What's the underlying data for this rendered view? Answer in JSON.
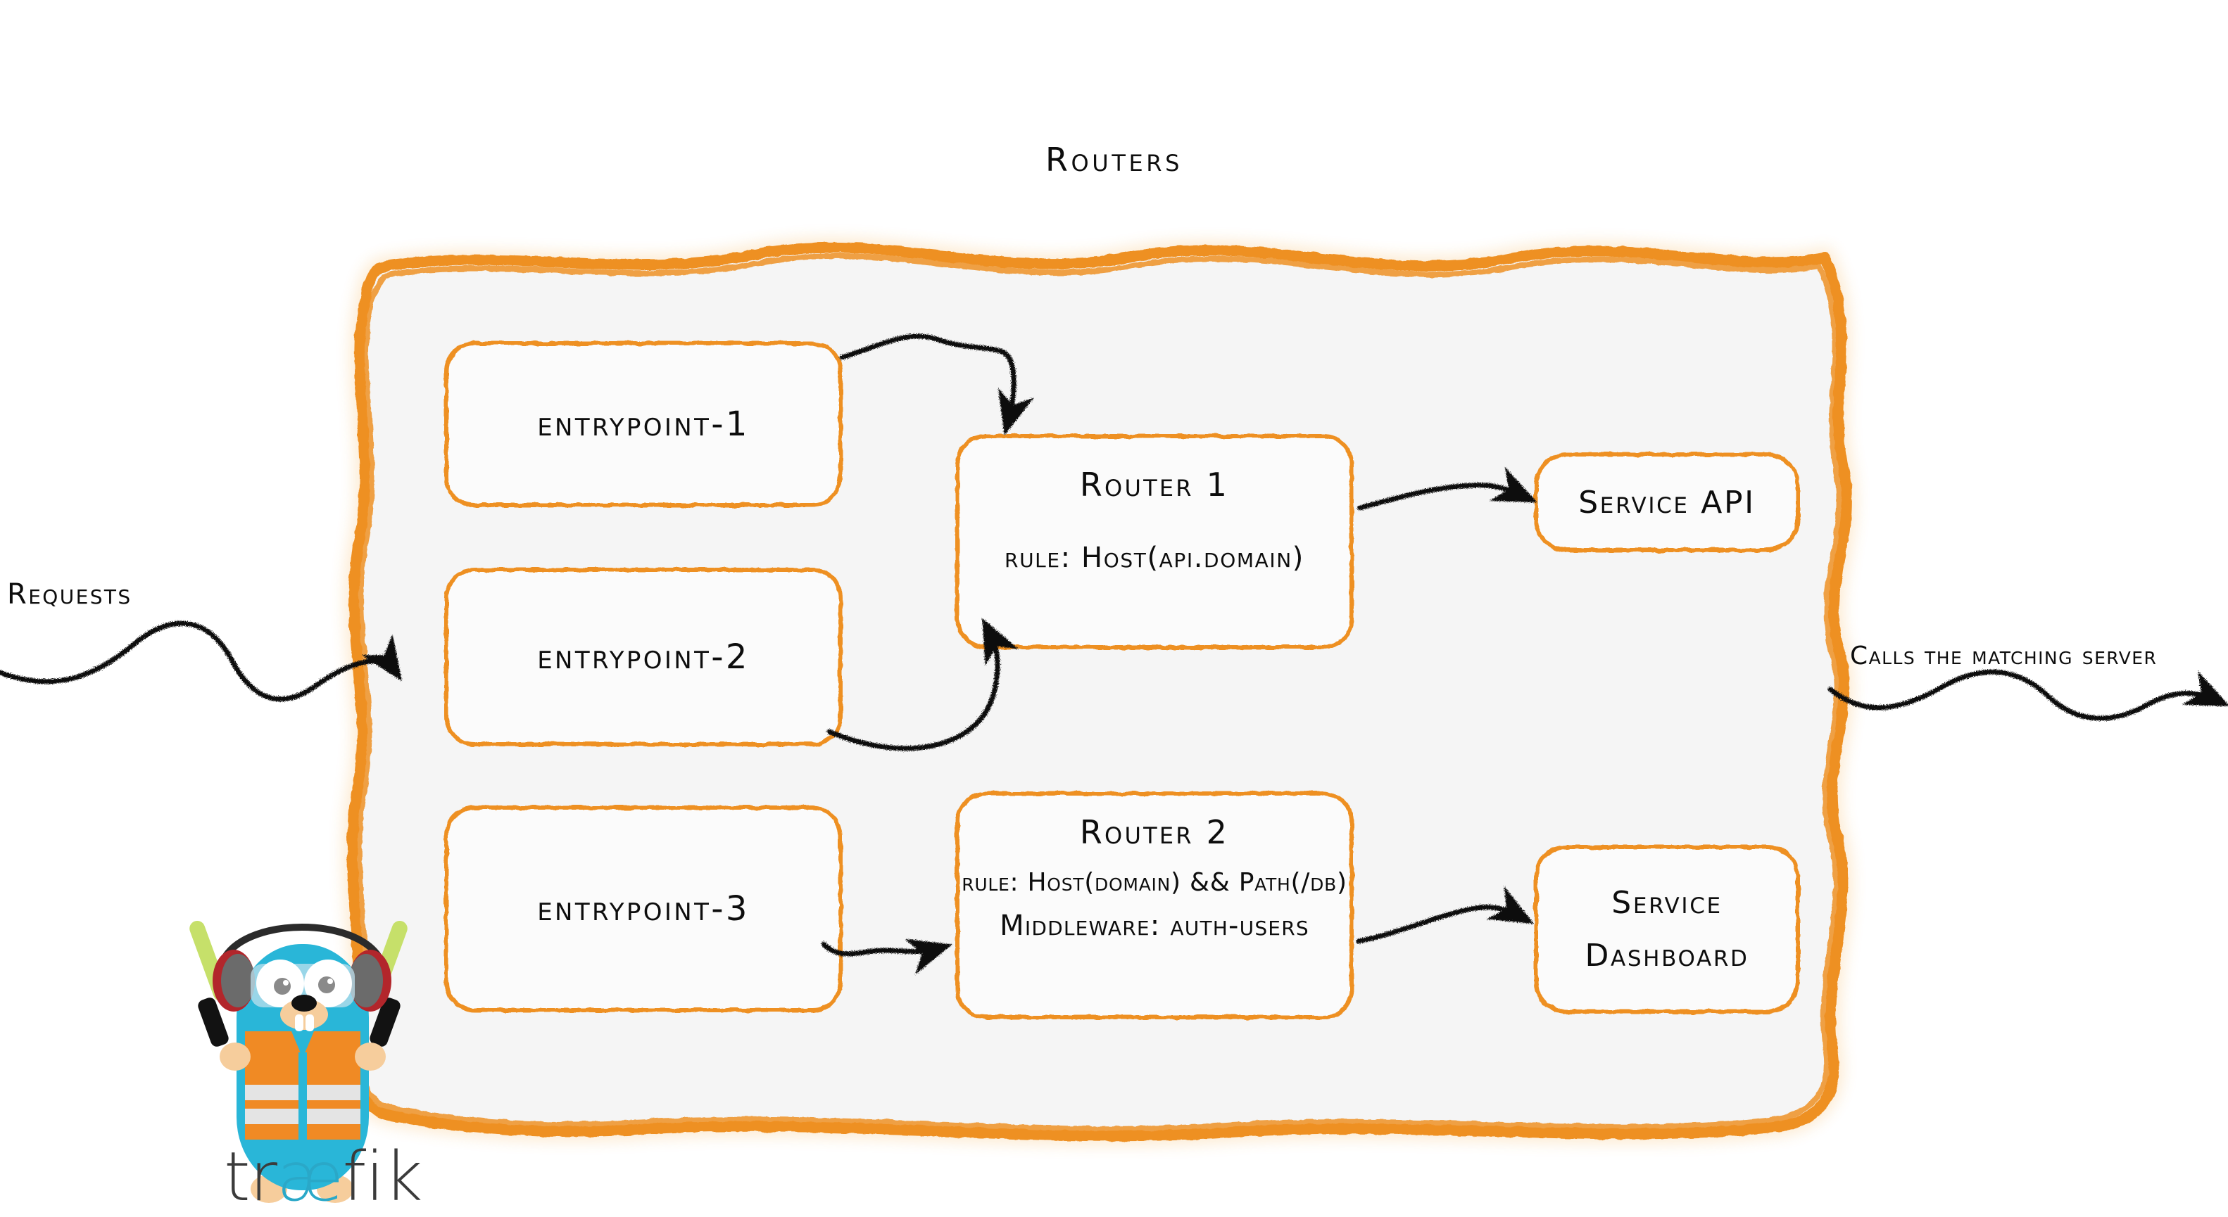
{
  "diagram": {
    "title": "Routers",
    "colors": {
      "accent_orange": "#ee9023",
      "panel_fill": "#f5f5f5",
      "stroke_black": "#111111",
      "traefik_blue": "#29b6d8",
      "vest_orange": "#f08a24",
      "wand_green": "#c6e06a"
    }
  },
  "flow": {
    "input_label": "Requests",
    "output_label": "Calls the matching server"
  },
  "entrypoints": [
    {
      "id": "entrypoint-1",
      "label": "entrypoint-1"
    },
    {
      "id": "entrypoint-2",
      "label": "entrypoint-2"
    },
    {
      "id": "entrypoint-3",
      "label": "entrypoint-3"
    }
  ],
  "routers": [
    {
      "id": "router-1",
      "title": "Router 1",
      "rule": "rule: Host(api.domain)",
      "middleware": null
    },
    {
      "id": "router-2",
      "title": "Router 2",
      "rule": "rule: Host(domain) && Path(/db)",
      "middleware": "Middleware: auth-users"
    }
  ],
  "services": [
    {
      "id": "service-api",
      "line1": "Service API",
      "line2": ""
    },
    {
      "id": "service-dashboard",
      "line1": "Service",
      "line2": "Dashboard"
    }
  ],
  "connections": [
    {
      "from": "entrypoint-1",
      "to": "router-1",
      "style": "squiggle-arrow"
    },
    {
      "from": "entrypoint-2",
      "to": "router-1",
      "style": "squiggle-arrow"
    },
    {
      "from": "entrypoint-3",
      "to": "router-2",
      "style": "squiggle-arrow"
    },
    {
      "from": "router-1",
      "to": "service-api",
      "style": "squiggle-arrow"
    },
    {
      "from": "router-2",
      "to": "service-dashboard",
      "style": "squiggle-arrow"
    },
    {
      "from": "Requests",
      "to": "routers-panel",
      "style": "wavy-arrow"
    },
    {
      "from": "routers-panel",
      "to": "Calls the matching server",
      "style": "wavy-arrow"
    }
  ],
  "logo": {
    "wordmark_pre": "tr",
    "wordmark_ae": "æ",
    "wordmark_post": "fik",
    "mascot": "traefik-gopher-mascot"
  }
}
